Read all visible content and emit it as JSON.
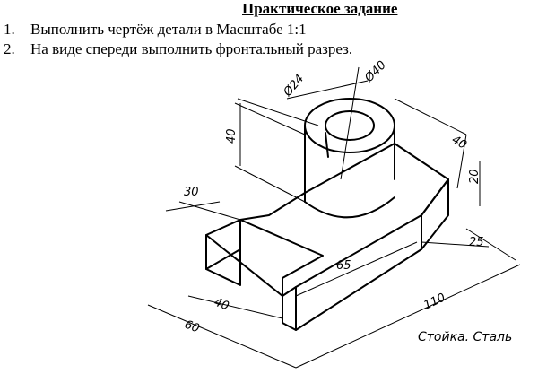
{
  "header": {
    "title": "Практическое задание"
  },
  "tasks": [
    {
      "num": "1.",
      "text": "Выполнить чертёж детали в Масштабе 1:1"
    },
    {
      "num": "2.",
      "text": "На виде спереди выполнить фронтальный разрез."
    }
  ],
  "drawing": {
    "dimensions": {
      "d24": "Ø24",
      "d40": "Ø40",
      "height40": "40",
      "top40": "40",
      "h20": "20",
      "w30": "30",
      "w25": "25",
      "w65": "65",
      "w40": "40",
      "w60": "60",
      "w110": "110"
    },
    "caption": "Стойка. Сталь"
  }
}
